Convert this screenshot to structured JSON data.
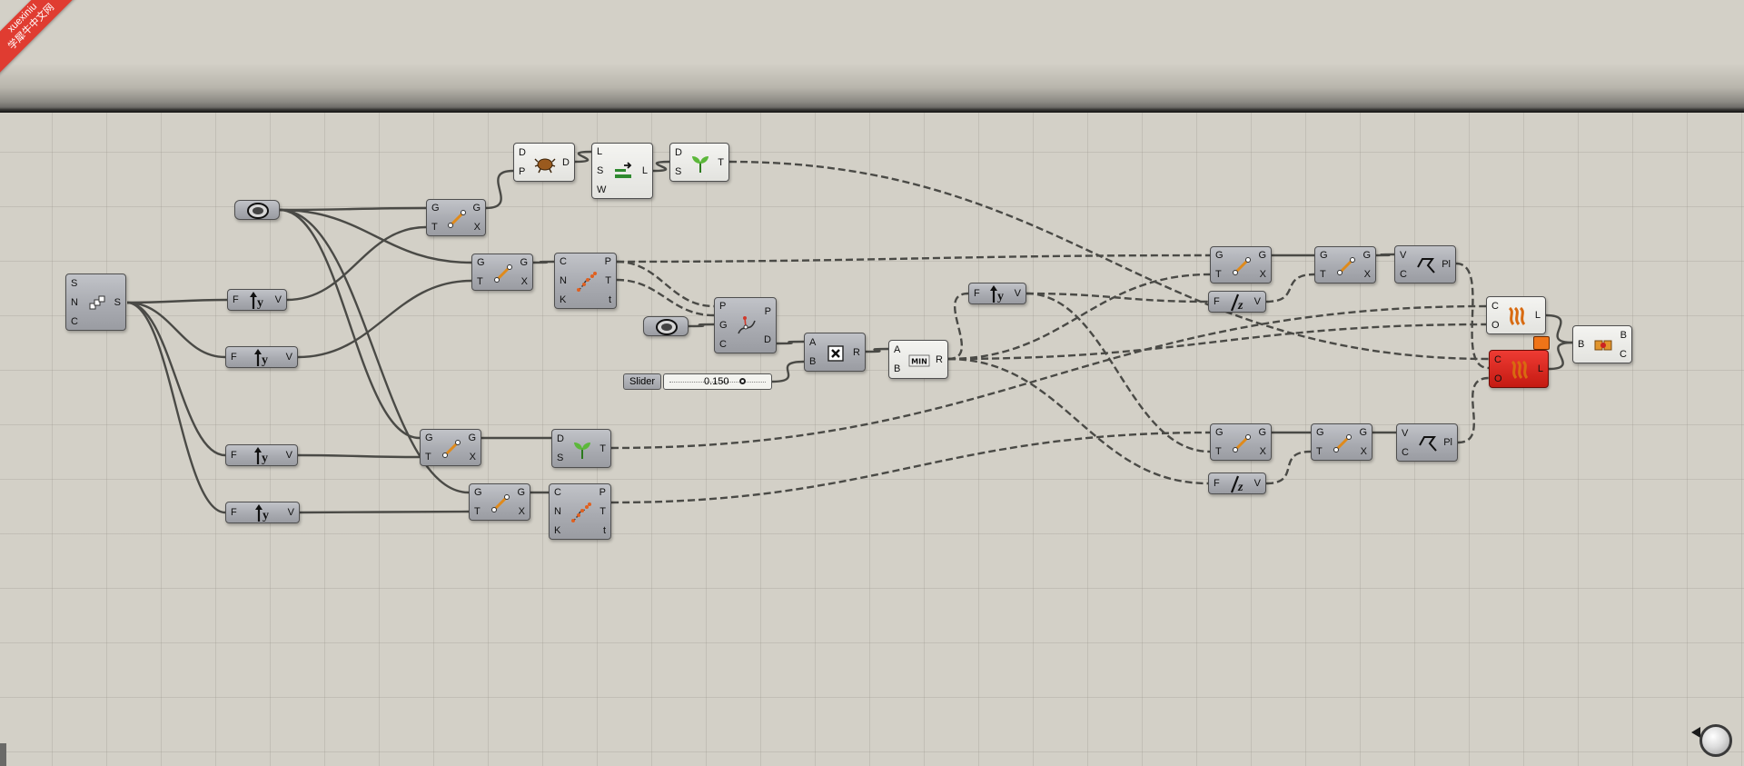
{
  "watermark": {
    "line1": "xuexiniu",
    "line2": "学犀牛中文网"
  },
  "components": {
    "series": {
      "inputs": [
        "S",
        "N",
        "C"
      ],
      "outputs": [
        "S"
      ],
      "icon": "series-icon"
    },
    "number_a": {
      "icon": "number-hex-icon"
    },
    "number_b": {
      "icon": "number-hex-icon"
    },
    "unit_y_1": {
      "inputs": [
        "F"
      ],
      "outputs": [
        "V"
      ],
      "icon": "unit-y-icon"
    },
    "unit_y_2": {
      "inputs": [
        "F"
      ],
      "outputs": [
        "V"
      ],
      "icon": "unit-y-icon"
    },
    "unit_y_3": {
      "inputs": [
        "F"
      ],
      "outputs": [
        "V"
      ],
      "icon": "unit-y-icon"
    },
    "unit_y_4": {
      "inputs": [
        "F"
      ],
      "outputs": [
        "V"
      ],
      "icon": "unit-y-icon"
    },
    "unit_y_5": {
      "inputs": [
        "F"
      ],
      "outputs": [
        "V"
      ],
      "icon": "unit-y-icon"
    },
    "unit_z_1": {
      "inputs": [
        "F"
      ],
      "outputs": [
        "V"
      ],
      "icon": "unit-z-icon"
    },
    "unit_z_2": {
      "inputs": [
        "F"
      ],
      "outputs": [
        "V"
      ],
      "icon": "unit-z-icon"
    },
    "move_1": {
      "inputs": [
        "G",
        "T"
      ],
      "outputs": [
        "G",
        "X"
      ],
      "icon": "move-icon"
    },
    "move_2": {
      "inputs": [
        "G",
        "T"
      ],
      "outputs": [
        "G",
        "X"
      ],
      "icon": "move-icon"
    },
    "move_3": {
      "inputs": [
        "G",
        "T"
      ],
      "outputs": [
        "G",
        "X"
      ],
      "icon": "move-icon"
    },
    "move_4": {
      "inputs": [
        "G",
        "T"
      ],
      "outputs": [
        "G",
        "X"
      ],
      "icon": "move-icon"
    },
    "move_5": {
      "inputs": [
        "G",
        "T"
      ],
      "outputs": [
        "G",
        "X"
      ],
      "icon": "move-icon"
    },
    "move_6": {
      "inputs": [
        "G",
        "T"
      ],
      "outputs": [
        "G",
        "X"
      ],
      "icon": "move-icon"
    },
    "move_7": {
      "inputs": [
        "G",
        "T"
      ],
      "outputs": [
        "G",
        "X"
      ],
      "icon": "move-icon"
    },
    "move_8": {
      "inputs": [
        "G",
        "T"
      ],
      "outputs": [
        "G",
        "X"
      ],
      "icon": "move-icon"
    },
    "deconstruct": {
      "inputs": [
        "D",
        "P"
      ],
      "outputs": [
        "D"
      ],
      "icon": "bug-icon"
    },
    "list_item": {
      "inputs": [
        "L",
        "S",
        "W"
      ],
      "outputs": [
        "L"
      ],
      "icon": "list-shift-icon"
    },
    "tree_1": {
      "inputs": [
        "D",
        "S"
      ],
      "outputs": [
        "T"
      ],
      "icon": "sprout-icon"
    },
    "tree_2": {
      "inputs": [
        "D",
        "S"
      ],
      "outputs": [
        "T"
      ],
      "icon": "sprout-icon"
    },
    "curve_1": {
      "inputs": [
        "C",
        "N",
        "K"
      ],
      "outputs": [
        "P",
        "T",
        "t"
      ],
      "icon": "curve-points-icon"
    },
    "curve_2": {
      "inputs": [
        "C",
        "N",
        "K"
      ],
      "outputs": [
        "P",
        "T",
        "t"
      ],
      "icon": "curve-points-icon"
    },
    "closest_point": {
      "inputs": [
        "P",
        "G",
        "C"
      ],
      "outputs": [
        "P",
        "D"
      ],
      "icon": "closest-point-icon"
    },
    "multiply": {
      "inputs": [
        "A",
        "B"
      ],
      "outputs": [
        "R"
      ],
      "icon": "multiply-icon"
    },
    "minimum": {
      "inputs": [
        "A",
        "B"
      ],
      "outputs": [
        "R"
      ],
      "icon": "min-icon",
      "icon_text": "MIN"
    },
    "polyline_1": {
      "inputs": [
        "V",
        "C"
      ],
      "outputs": [
        "Pl"
      ],
      "icon": "polyline-icon"
    },
    "polyline_2": {
      "inputs": [
        "V",
        "C"
      ],
      "outputs": [
        "Pl"
      ],
      "icon": "polyline-icon"
    },
    "loft_1": {
      "inputs": [
        "C",
        "O"
      ],
      "outputs": [
        "L"
      ],
      "icon": "loft-icon"
    },
    "loft_2": {
      "inputs": [
        "C",
        "O"
      ],
      "outputs": [
        "L"
      ],
      "icon": "loft-icon",
      "status": "error"
    },
    "brep_join": {
      "inputs": [
        "B"
      ],
      "outputs": [
        "B",
        "C"
      ],
      "icon": "brep-join-icon"
    }
  },
  "slider": {
    "label": "Slider",
    "value": "0.150"
  },
  "colors": {
    "canvas": "#d3d0c7",
    "component": "#a9abb1",
    "error": "#d8261d",
    "wire": "#4a4a46",
    "watermark": "#e03c31"
  }
}
